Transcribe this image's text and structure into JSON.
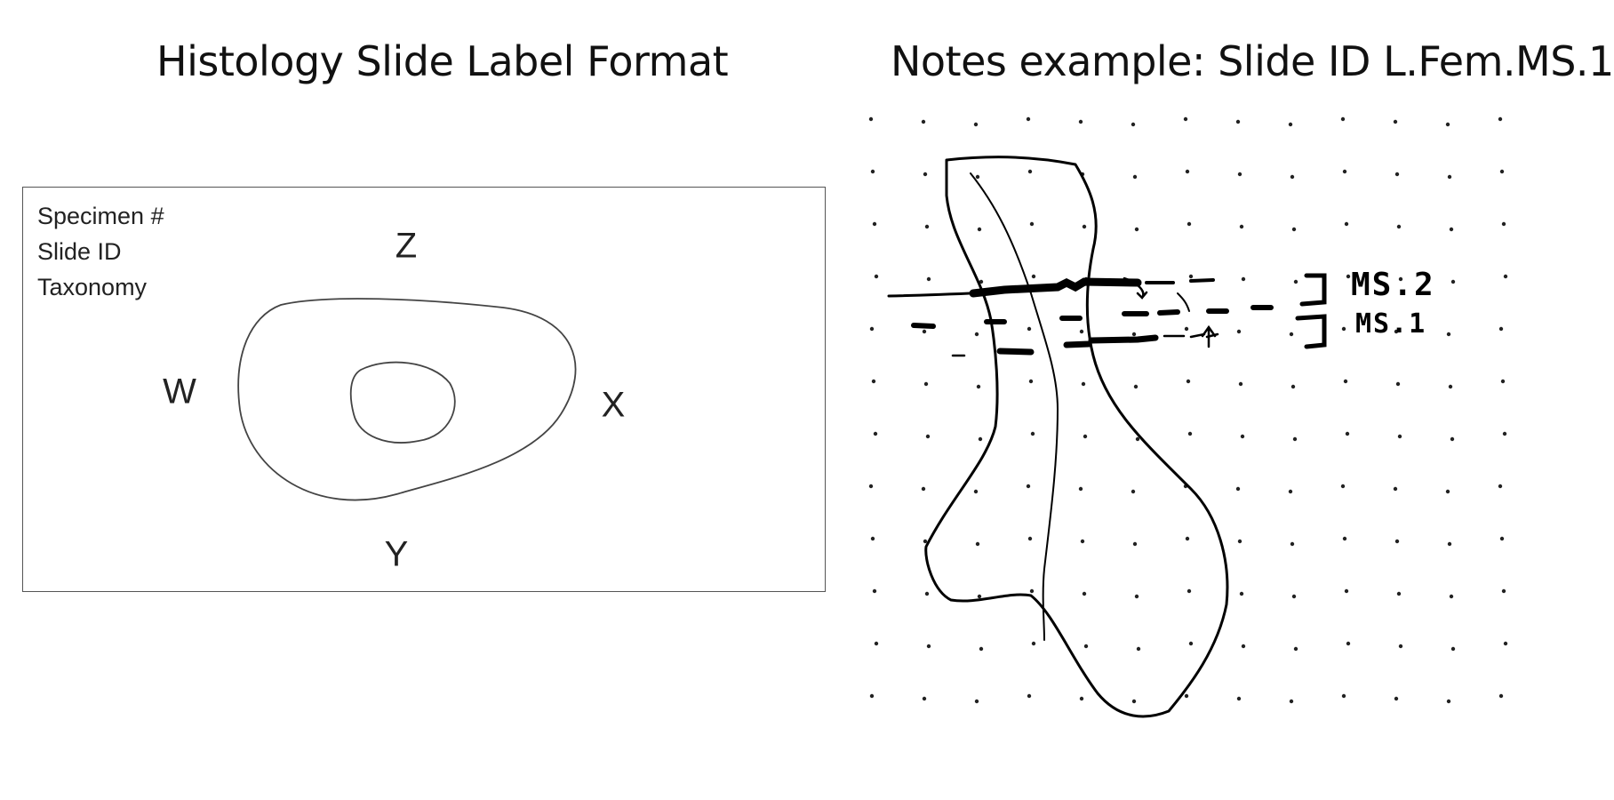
{
  "titles": {
    "left": "Histology Slide Label Format",
    "right": "Notes example: Slide ID L.Fem.MS.1"
  },
  "slide_label": {
    "fields": [
      "Specimen #",
      "Slide ID",
      "Taxonomy"
    ],
    "directions": {
      "top": "Z",
      "left": "W",
      "right": "X",
      "bottom": "Y"
    }
  },
  "sketch": {
    "section_labels": {
      "upper": "MS.2",
      "lower": "MS.1"
    },
    "ink_color": "#000000"
  }
}
